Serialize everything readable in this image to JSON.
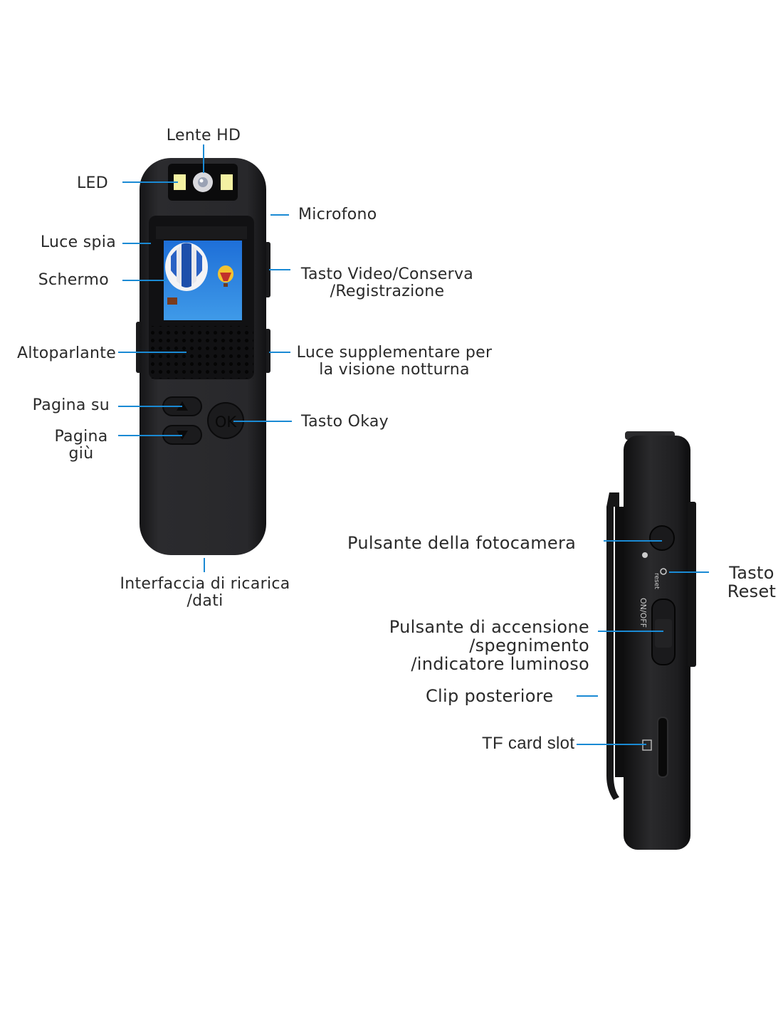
{
  "colors": {
    "line": "#1a8ad4",
    "body": "#1f1f21",
    "text": "#2a2a2a"
  },
  "front_labels": {
    "lens": "Lente HD",
    "led": "LED",
    "microphone": "Microfono",
    "indicator": "Luce spia",
    "screen": "Schermo",
    "video_key_1": "Tasto Video/Conserva",
    "video_key_2": "/Registrazione",
    "speaker": "Altoparlante",
    "night_light_1": "Luce supplementare per",
    "night_light_2": "la visione notturna",
    "page_up": "Pagina su",
    "page_down_1": "Pagina",
    "page_down_2": "giù",
    "ok_key": "Tasto Okay",
    "charge_1": "Interfaccia di ricarica",
    "charge_2": "/dati",
    "ok_button": "OK"
  },
  "side_labels": {
    "camera_button": "Pulsante della fotocamera",
    "reset_1": "Tasto",
    "reset_2": "Reset",
    "power_1": "Pulsante di accensione",
    "power_2": "/spegnimento",
    "power_3": "/indicatore luminoso",
    "clip": "Clip posteriore",
    "tf_slot": "TF card slot",
    "side_reset": "reset",
    "side_switch": "ON/OFF"
  }
}
